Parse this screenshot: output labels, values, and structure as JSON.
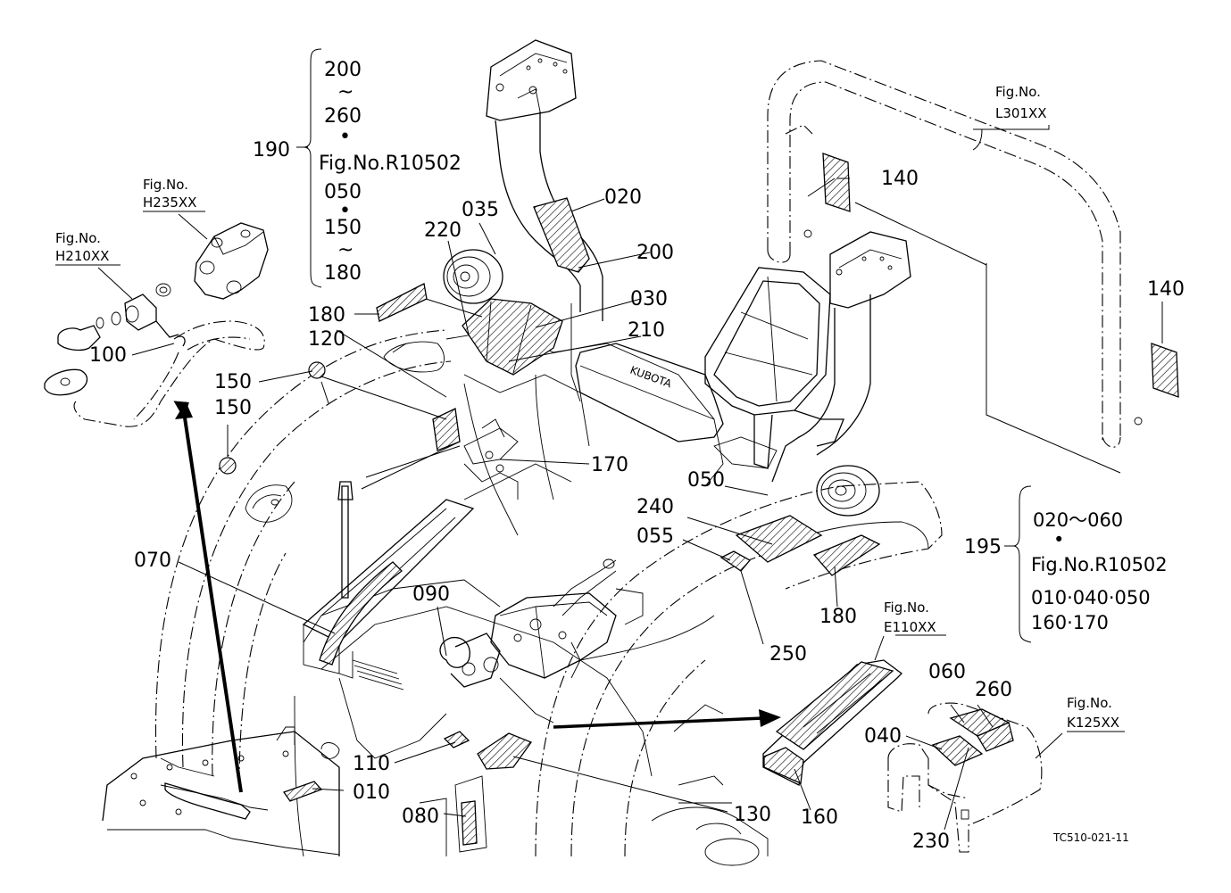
{
  "figure_code": "TC510-021-11",
  "brace_left": {
    "label": "190",
    "lines": [
      "200",
      "~",
      "260",
      "•",
      "Fig.No.R10502",
      "050",
      "•",
      "150",
      "~",
      "180"
    ]
  },
  "brace_right": {
    "label": "195",
    "lines": [
      "020～060",
      "•",
      "Fig.No.R10502",
      "010·040·050",
      "160·170"
    ]
  },
  "fig_refs": [
    {
      "line1": "Fig.No.",
      "line2": "H235XX"
    },
    {
      "line1": "Fig.No.",
      "line2": "H210XX"
    },
    {
      "line1": "Fig.No.",
      "line2": "L301XX"
    },
    {
      "line1": "Fig.No.",
      "line2": "E110XX"
    },
    {
      "line1": "Fig.No.",
      "line2": "K125XX"
    }
  ],
  "callouts": [
    "020",
    "035",
    "220",
    "200",
    "030",
    "180",
    "120",
    "210",
    "100",
    "150",
    "150",
    "170",
    "140",
    "140",
    "050",
    "240",
    "055",
    "070",
    "090",
    "180",
    "250",
    "060",
    "260",
    "040",
    "110",
    "010",
    "130",
    "160",
    "080",
    "230"
  ]
}
